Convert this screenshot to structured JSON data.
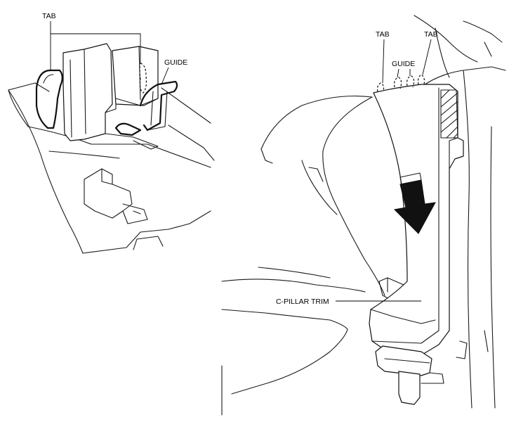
{
  "labels": {
    "left_tab": "TAB",
    "left_guide": "GUIDE",
    "right_tab_1": "TAB",
    "right_tab_2": "TAB",
    "right_guide": "GUIDE",
    "c_pillar_trim": "C-PILLAR TRIM"
  },
  "colors": {
    "line": "#1a1a1a",
    "arrow_fill": "#111111",
    "background": "#ffffff"
  }
}
